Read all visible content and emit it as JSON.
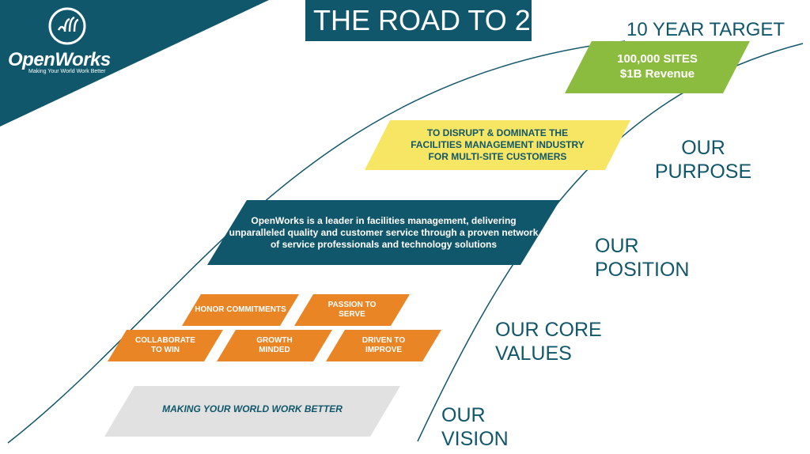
{
  "logo": {
    "name": "OpenWorks",
    "tagline": "Making Your World Work Better"
  },
  "title": "THE ROAD TO 2",
  "colors": {
    "teal": "#11576b",
    "green": "#8cbc3f",
    "yellow": "#f7e663",
    "orange": "#ea8526",
    "gray": "#e1e1e1"
  },
  "target": {
    "heading": "10 YEAR TARGET",
    "lines": [
      "100,000 SITES",
      "$1B Revenue"
    ]
  },
  "purpose": {
    "label": [
      "OUR",
      "PURPOSE"
    ],
    "lines": [
      "TO DISRUPT & DOMINATE THE",
      "FACILITIES MANAGEMENT INDUSTRY",
      "FOR MULTI-SITE CUSTOMERS"
    ]
  },
  "position": {
    "label": [
      "OUR",
      "POSITION"
    ],
    "lines": [
      "OpenWorks is a leader in facilities management, delivering",
      "unparalleled quality and customer service through a proven network",
      "of service professionals and technology solutions"
    ]
  },
  "values": {
    "label": [
      "OUR CORE",
      "VALUES"
    ],
    "items": [
      {
        "lines": [
          "HONOR COMMITMENTS"
        ]
      },
      {
        "lines": [
          "PASSION TO",
          "SERVE"
        ]
      },
      {
        "lines": [
          "COLLABORATE",
          "TO WIN"
        ]
      },
      {
        "lines": [
          "GROWTH",
          "MINDED"
        ]
      },
      {
        "lines": [
          "DRIVEN TO",
          "IMPROVE"
        ]
      }
    ]
  },
  "vision": {
    "label": [
      "OUR",
      "VISION"
    ],
    "lines": [
      "MAKING YOUR WORLD WORK BETTER"
    ]
  }
}
